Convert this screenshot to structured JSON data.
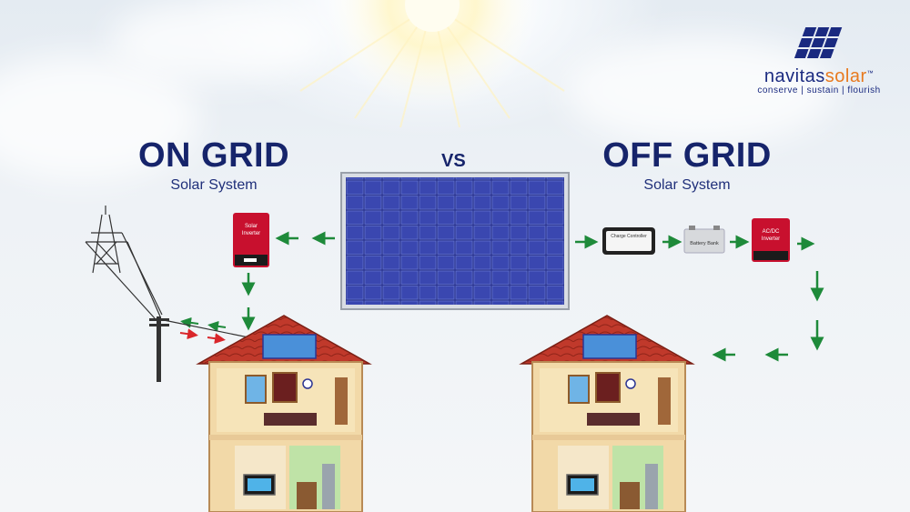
{
  "brand": {
    "name_part1": "navitas",
    "name_part2": "solar",
    "trademark": "™",
    "tagline": "conserve | sustain | flourish"
  },
  "left_heading": {
    "title": "ON GRID",
    "subtitle": "Solar System"
  },
  "right_heading": {
    "title": "OFF GRID",
    "subtitle": "Solar System"
  },
  "vs_label": "VS",
  "components": {
    "solar_inverter": "Solar\nInverter",
    "charge_controller": "Charge Controller",
    "battery_bank": "Battery Bank",
    "acdc_inverter": "AC/DC\nInverter"
  },
  "colors": {
    "title_navy": "#16246b",
    "arrow_green": "#1e8a3a",
    "arrow_red": "#d9262b",
    "panel_blue": "#2c3592",
    "inverter_red": "#c8102e",
    "roof_red": "#c0392b",
    "wall_tan": "#f2d9a8",
    "brand_orange": "#e87a1f"
  }
}
